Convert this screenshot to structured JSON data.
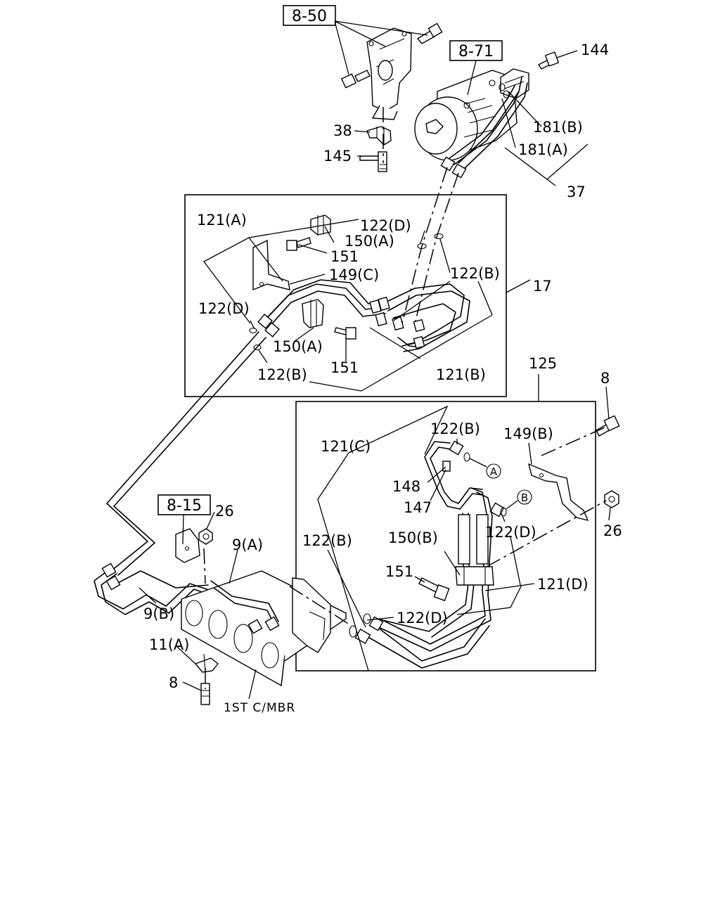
{
  "refs": {
    "r850": "8-50",
    "r871": "8-71",
    "r815": "8-15"
  },
  "labels": {
    "l144": "144",
    "l181b": "181(B)",
    "l181a": "181(A)",
    "l37": "37",
    "l38": "38",
    "l145": "145",
    "l121a": "121(A)",
    "l122d_top": "122(D)",
    "l150a_top": "150(A)",
    "l151_top": "151",
    "l149c": "149(C)",
    "l122b_top": "122(B)",
    "l17": "17",
    "l122d_left": "122(D)",
    "l150a_mid": "150(A)",
    "l151_mid": "151",
    "l122b_left": "122(B)",
    "l121b": "121(B)",
    "l125": "125",
    "l8_right": "8",
    "l122b_right": "122(B)",
    "l149b": "149(B)",
    "l121c": "121(C)",
    "l148": "148",
    "l147": "147",
    "l122d_right": "122(D)",
    "l26_right": "26",
    "l150b": "150(B)",
    "l122b_low": "122(B)",
    "l151_low": "151",
    "l121d": "121(D)",
    "l122d_low": "122(D)",
    "l26_left": "26",
    "l9a": "9(A)",
    "l9b": "9(B)",
    "l11a": "11(A)",
    "l8_left": "8",
    "l1st": "1ST C/MBR"
  },
  "markers": {
    "a": "A",
    "b": "B"
  }
}
